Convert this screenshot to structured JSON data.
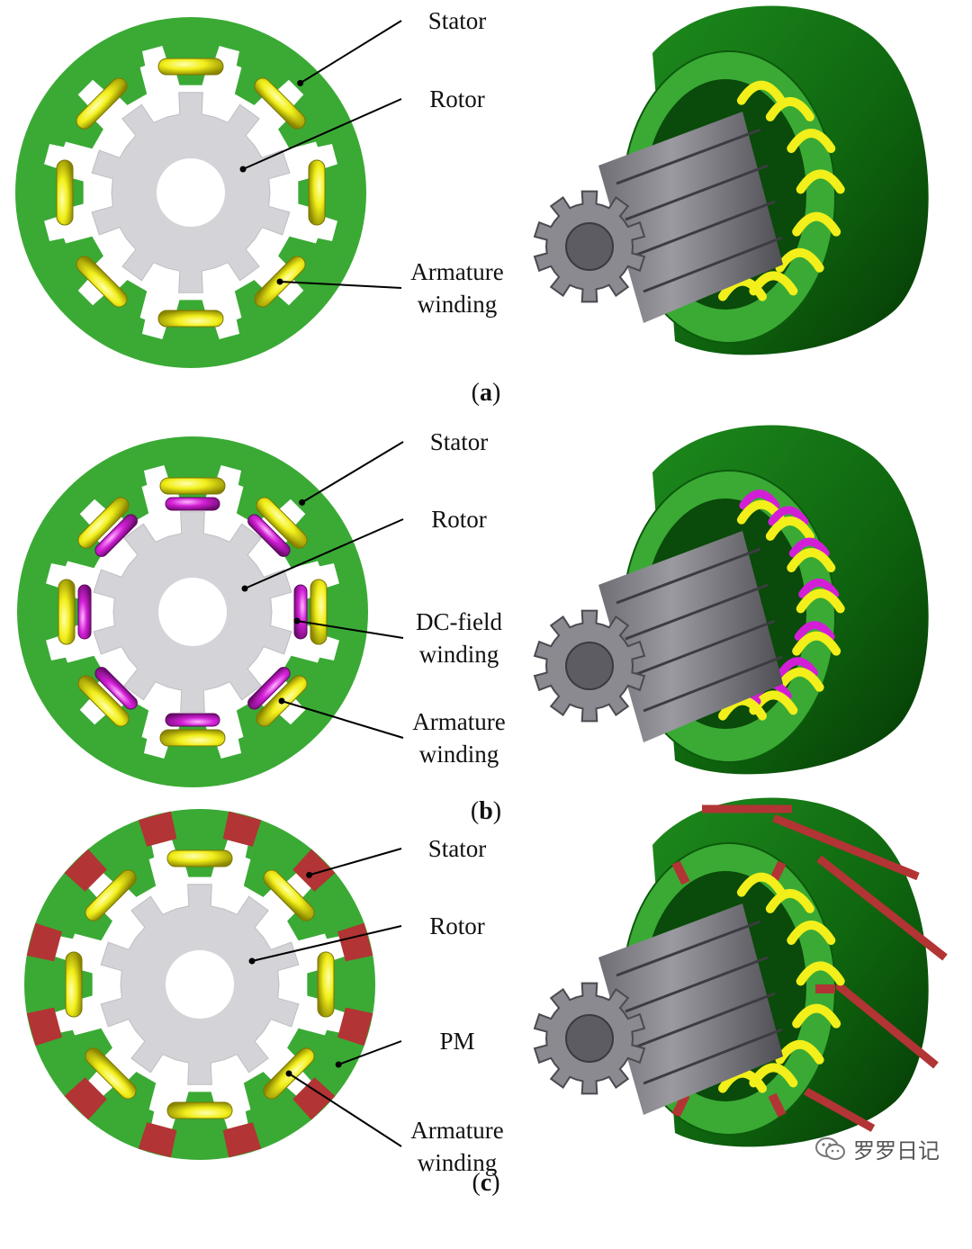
{
  "panels": [
    {
      "id": "a",
      "caption": "a",
      "labels": [
        "Stator",
        "Rotor",
        "Armature",
        "winding"
      ],
      "has_dc_field": false,
      "has_pm": false
    },
    {
      "id": "b",
      "caption": "b",
      "labels": [
        "Stator",
        "Rotor",
        "DC-field",
        "winding",
        "Armature",
        "winding"
      ],
      "has_dc_field": true,
      "has_pm": false
    },
    {
      "id": "c",
      "caption": "c",
      "labels": [
        "Stator",
        "Rotor",
        "PM",
        "Armature",
        "winding"
      ],
      "has_dc_field": false,
      "has_pm": true
    }
  ],
  "colors": {
    "stator": "#3aaa35",
    "stator_dark": "#117711",
    "rotor": "#d4d4d8",
    "rotor_3d": "#8a8a90",
    "armature_winding": "#f2ef1a",
    "dc_field_winding": "#d21fd6",
    "pm": "#b23434"
  },
  "watermark": {
    "text": "罗罗日记",
    "icon": "wechat-logo-icon"
  }
}
